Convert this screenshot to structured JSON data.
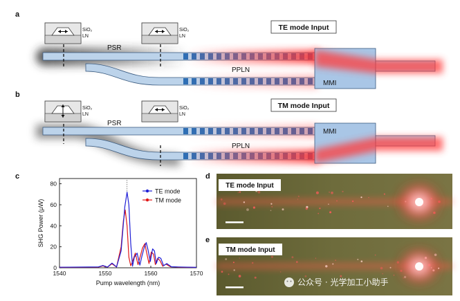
{
  "panels": {
    "a": {
      "letter": "a",
      "title": "TE mode Input",
      "inset_labels": [
        "SiO₂",
        "LN"
      ],
      "labels": {
        "psr": "PSR",
        "ppln": "PPLN",
        "mmi": "MMI"
      }
    },
    "b": {
      "letter": "b",
      "title": "TM mode Input",
      "inset_labels": [
        "SiO₂",
        "LN"
      ],
      "labels": {
        "psr": "PSR",
        "ppln": "PPLN",
        "mmi": "MMI"
      }
    },
    "c": {
      "letter": "c"
    },
    "d": {
      "letter": "d",
      "title": "TE mode Input"
    },
    "e": {
      "letter": "e",
      "title": "TM mode Input"
    }
  },
  "watermark": "公众号 · 光学加工小助手",
  "colors": {
    "te": "#1f1fd6",
    "tm": "#e01818",
    "waveguide": "#bcd3ea",
    "mmi": "#a9c6e6",
    "poling": "#2e6fb5",
    "glow": "#ff3b3b",
    "micrograph_bg": "#6b6a3a"
  },
  "chart_data": {
    "type": "line",
    "xlabel": "Pump wavelength (nm)",
    "ylabel": "SHG Power (μW)",
    "xlim": [
      1540,
      1570
    ],
    "ylim": [
      0,
      85
    ],
    "xticks": [
      1540,
      1550,
      1560,
      1570
    ],
    "yticks": [
      0,
      20,
      40,
      60,
      80
    ],
    "grid": false,
    "legend_position": "top-right",
    "series": [
      {
        "name": "TE mode",
        "color": "#1f1fd6",
        "x": [
          1540,
          1548.5,
          1549.5,
          1550.5,
          1551.5,
          1552.5,
          1553.5,
          1554.3,
          1554.8,
          1555.2,
          1555.6,
          1556.0,
          1556.4,
          1557.0,
          1557.6,
          1558.1,
          1558.6,
          1559.0,
          1559.4,
          1559.9,
          1560.4,
          1560.8,
          1561.2,
          1561.7,
          1562.2,
          1562.8,
          1563.5,
          1564.5,
          1566,
          1570
        ],
        "y": [
          0.5,
          0.8,
          2.2,
          0.6,
          4.5,
          0.8,
          16,
          58,
          72,
          60,
          23,
          1.5,
          10,
          14,
          2.5,
          12,
          20,
          24,
          17,
          6,
          18,
          16,
          4,
          10,
          9,
          2,
          4,
          1,
          0.8,
          0.4
        ]
      },
      {
        "name": "TM mode",
        "color": "#e01818",
        "x": [
          1540,
          1548.5,
          1549.5,
          1550.5,
          1551.5,
          1552.5,
          1553.5,
          1554.0,
          1554.4,
          1554.8,
          1555.2,
          1555.6,
          1556.0,
          1556.6,
          1557.2,
          1557.7,
          1558.2,
          1558.7,
          1559.1,
          1559.6,
          1560.1,
          1560.6,
          1561.0,
          1561.5,
          1562.0,
          1562.6,
          1563.3,
          1564.3,
          1566,
          1570
        ],
        "y": [
          0.4,
          0.6,
          1.8,
          0.5,
          3.8,
          0.7,
          20,
          45,
          55,
          40,
          10,
          2,
          6,
          14,
          3,
          11,
          19,
          23,
          14,
          4,
          15,
          13,
          3,
          9,
          7,
          1.5,
          3.5,
          1,
          0.6,
          0.3
        ]
      }
    ]
  }
}
